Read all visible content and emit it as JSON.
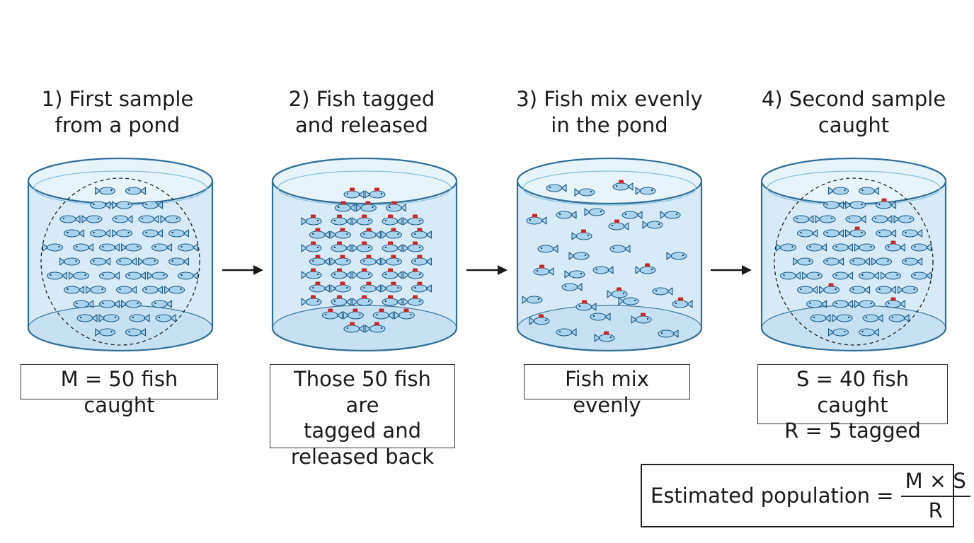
{
  "steps": [
    {
      "title": "1) First sample\nfrom a pond",
      "caption": "M = 50 fish caught"
    },
    {
      "title": "2) Fish tagged\nand released",
      "caption": "Those 50 fish are\ntagged and\nreleased back"
    },
    {
      "title": "3) Fish mix evenly\nin the pond",
      "caption": "Fish mix evenly"
    },
    {
      "title": "4) Second sample\ncaught",
      "caption": "S = 40 fish caught\nR = 5 tagged"
    }
  ],
  "formula": {
    "label": "Estimated population =",
    "numerator": "M × S",
    "denominator": "R"
  },
  "colors": {
    "water": "#d6ebf7",
    "tank_stroke": "#2f6e98",
    "fish_fill": "#a9d4f0",
    "fish_stroke": "#1d5a85",
    "tag": "#c62828",
    "arrow": "#1a1a1a"
  }
}
